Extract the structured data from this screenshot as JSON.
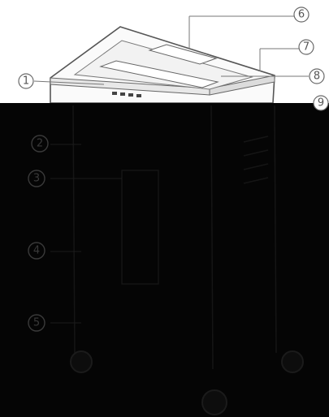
{
  "callouts": [
    {
      "id": "1",
      "label": "①"
    },
    {
      "id": "2",
      "label": "②"
    },
    {
      "id": "3",
      "label": "③"
    },
    {
      "id": "4",
      "label": "④"
    },
    {
      "id": "5",
      "label": "⑤"
    },
    {
      "id": "6",
      "label": "⑥"
    },
    {
      "id": "7",
      "label": "⑦"
    },
    {
      "id": "8",
      "label": "⑧"
    },
    {
      "id": "9",
      "label": "⑨"
    }
  ],
  "colors": {
    "background": "#ffffff",
    "body": "#050505",
    "outline": "#555555",
    "top_panel": "#f7f7f7",
    "callout_light": "#6a6a6a",
    "callout_dark": "#3a3a3a"
  }
}
